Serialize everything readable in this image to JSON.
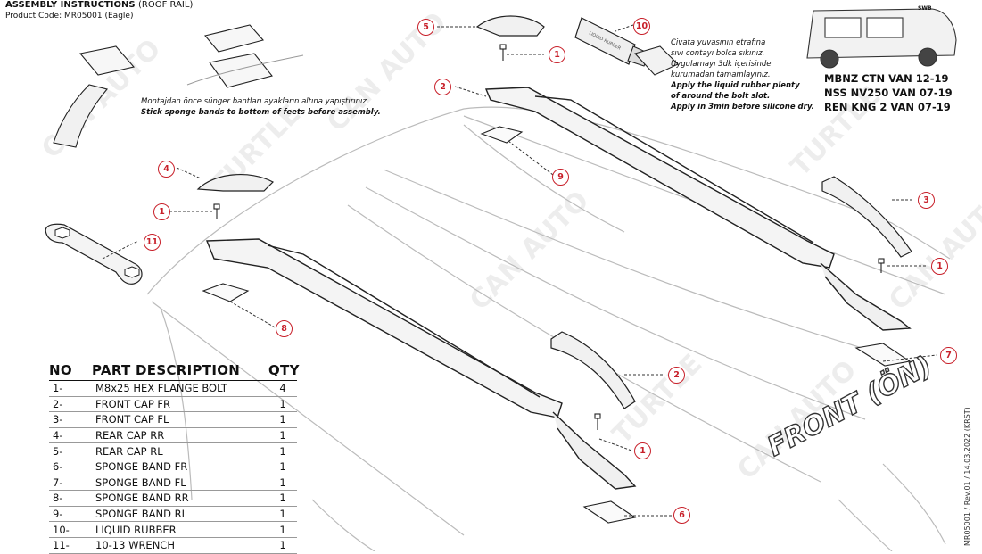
{
  "header": {
    "title": "ASSEMBLY INSTRUCTIONS",
    "subtitle": "(ROOF RAIL)",
    "product_code": "Product Code: MR05001 (Eagle)"
  },
  "note_left": {
    "line_tr": "Montajdan önce sünger bantları ayakların altına yapıştırınız.",
    "line_en": "Stick sponge bands to bottom of feets before assembly."
  },
  "note_right": {
    "line_tr_1": "Civata yuvasının etrafına",
    "line_tr_2": "sıvı contayı bolca sıkınız.",
    "line_tr_3": "Uygulamayı 3dk içerisinde",
    "line_tr_4": "kurumadan tamamlayınız.",
    "line_en_1": "Apply the liquid rubber plenty",
    "line_en_2": "of around the bolt slot.",
    "line_en_3": "Apply in 3min before silicone dry."
  },
  "vehicles": [
    "MBNZ CTN VAN 12-19",
    "NSS NV250 VAN 07-19",
    "REN KNG 2 VAN 07-19"
  ],
  "vehicle_badge": "SWB",
  "front_label": "FRONT (ÖN)",
  "revision": "MR05001 / Rev.01 / 14.03.2022 (KRST)",
  "tube_label": "LIQUID RUBBER",
  "watermarks": [
    "CAN AUTO",
    "TURTLE"
  ],
  "parts_table": {
    "headers": {
      "no": "NO",
      "desc": "PART DESCRIPTION",
      "qty": "QTY"
    },
    "rows": [
      {
        "no": "1-",
        "desc": "M8x25 HEX FLANGE BOLT",
        "qty": "4"
      },
      {
        "no": "2-",
        "desc": "FRONT CAP FR",
        "qty": "1"
      },
      {
        "no": "3-",
        "desc": "FRONT CAP FL",
        "qty": "1"
      },
      {
        "no": "4-",
        "desc": "REAR CAP RR",
        "qty": "1"
      },
      {
        "no": "5-",
        "desc": "REAR CAP RL",
        "qty": "1"
      },
      {
        "no": "6-",
        "desc": "SPONGE BAND FR",
        "qty": "1"
      },
      {
        "no": "7-",
        "desc": "SPONGE BAND FL",
        "qty": "1"
      },
      {
        "no": "8-",
        "desc": "SPONGE BAND RR",
        "qty": "1"
      },
      {
        "no": "9-",
        "desc": "SPONGE BAND RL",
        "qty": "1"
      },
      {
        "no": "10-",
        "desc": "LIQUID RUBBER",
        "qty": "1"
      },
      {
        "no": "11-",
        "desc": "10-13 WRENCH",
        "qty": "1"
      }
    ]
  },
  "callouts": [
    "10",
    "5",
    "1",
    "2",
    "9",
    "4",
    "1",
    "11",
    "3",
    "1",
    "8",
    "7",
    "2",
    "1",
    "6"
  ],
  "colors": {
    "callout": "#c8202a",
    "line": "#222222",
    "watermark": "#00000012"
  }
}
